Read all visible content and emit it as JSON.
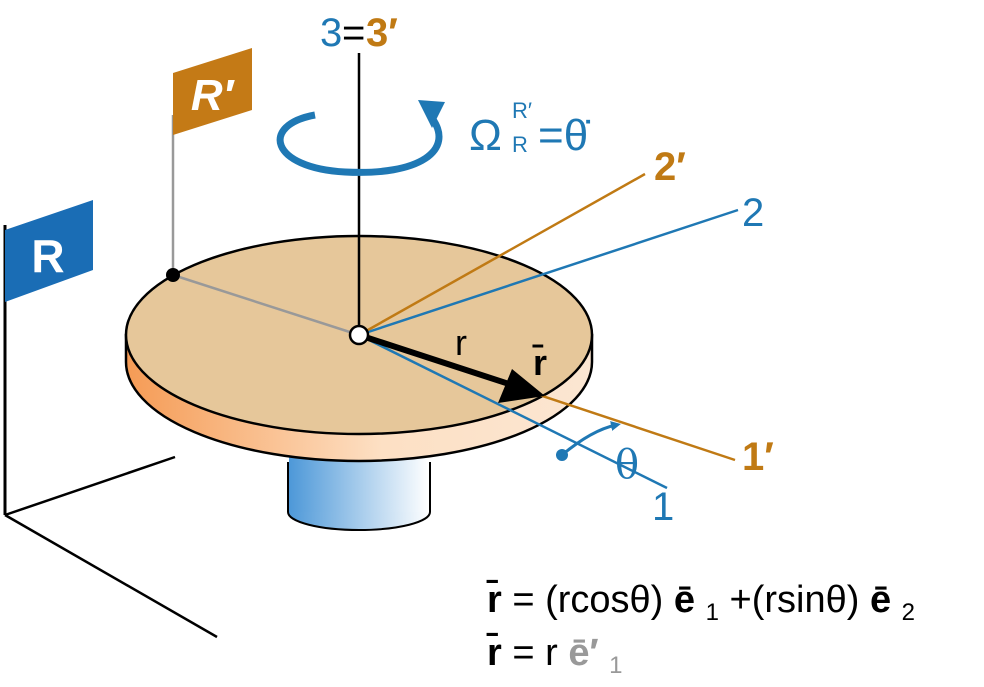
{
  "flags": {
    "fixed": "R",
    "rotating": "R′"
  },
  "axis_labels": {
    "vertical_fixed": "3",
    "vertical_eq": "=",
    "vertical_rotating": "3′",
    "axis1": "1",
    "axis2": "2",
    "axis1_prime": "1′",
    "axis2_prime": "2′"
  },
  "angular_velocity": {
    "omega": "Ω",
    "sup": "R′",
    "sub": "R",
    "rhs": "=θ̇"
  },
  "angle_label": "θ",
  "position": {
    "magnitude": "r",
    "vector": "r̄"
  },
  "equations": {
    "eq1": {
      "lhs": "r̄",
      "mid1": "= (rcosθ)",
      "e1": "ē",
      "sub1": "1",
      "mid2": "+(rsinθ)",
      "e2": "ē",
      "sub2": "2"
    },
    "eq2": {
      "lhs": "r̄",
      "mid": "= r",
      "e": "ē′",
      "sub": "1"
    }
  },
  "colors": {
    "blue": "#1f78b4",
    "orange": "#c07a14",
    "disk_top": "#e6c79a",
    "disk_rim_light": "#fde2c6",
    "disk_rim_dark": "#f5a25e",
    "gray": "#999999",
    "black": "#000000"
  }
}
